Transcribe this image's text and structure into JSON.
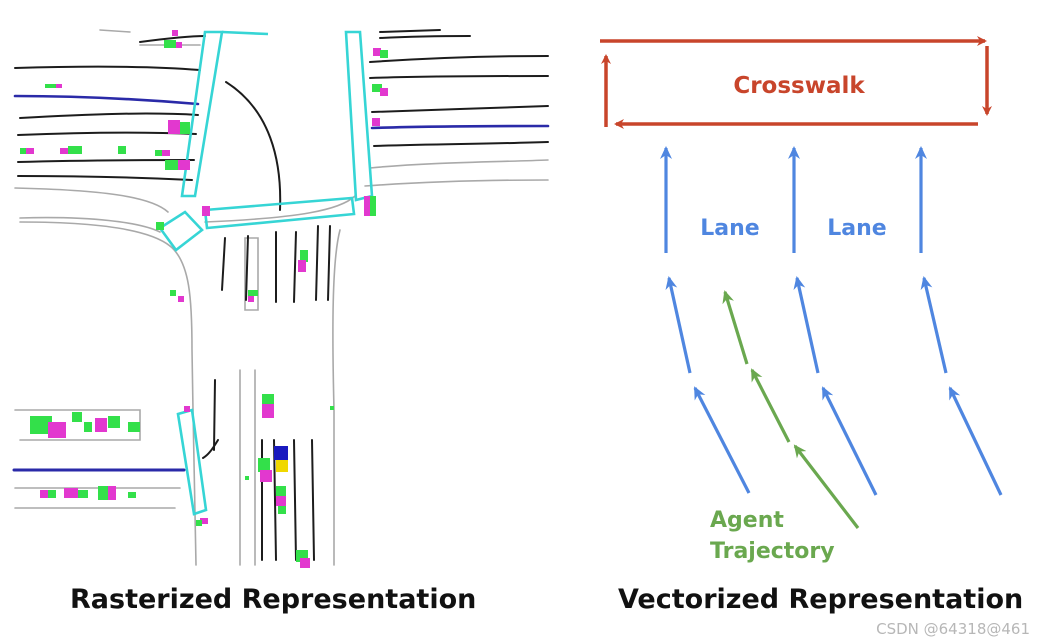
{
  "raster_panel": {
    "caption": "Rasterized Representation"
  },
  "vector_panel": {
    "caption": "Vectorized Representation",
    "crosswalk_label": "Crosswalk",
    "lane_labels": [
      "Lane",
      "Lane"
    ],
    "agent_label_lines": [
      "Agent",
      "Trajectory"
    ]
  },
  "colors": {
    "crosswalk": "#c8452b",
    "lane": "#4f86e0",
    "agent": "#6aa84f",
    "road_line": "#1c1c1c",
    "road_edge": "#a9a9a9",
    "raster_crosswalk": "#36d5d5",
    "raster_lane_blue": "#2a2aa8",
    "agent_green": "#33e04a",
    "agent_magenta": "#e238cf"
  },
  "watermark": "CSDN @64318@461"
}
